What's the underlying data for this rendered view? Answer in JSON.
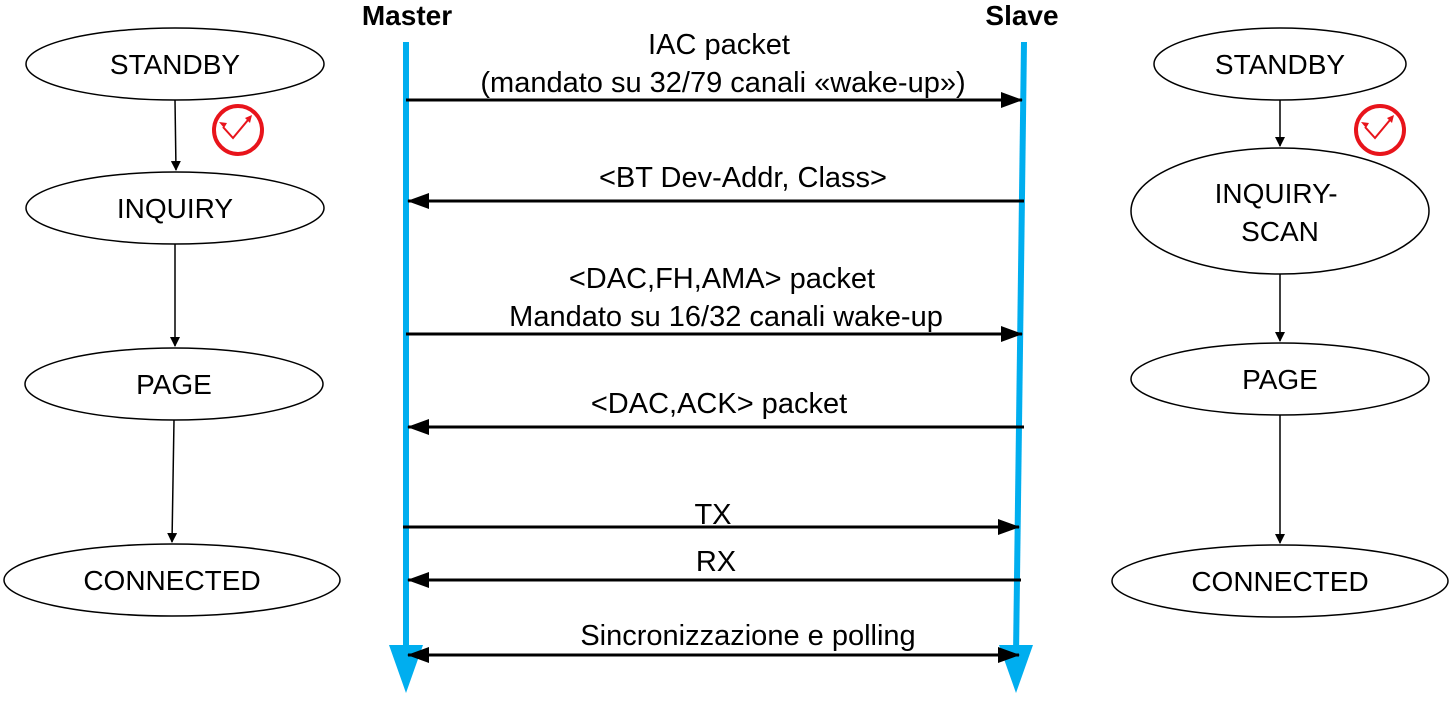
{
  "actors": {
    "master": "Master",
    "slave": "Slave"
  },
  "colors": {
    "lifeline": "#00AEEF",
    "timer": "#E8141B",
    "stroke": "#000000"
  },
  "icons": {
    "timer": "stopwatch-icon"
  },
  "master_states": [
    "STANDBY",
    "INQUIRY",
    "PAGE",
    "CONNECTED"
  ],
  "slave_states": [
    [
      "STANDBY"
    ],
    [
      "INQUIRY-",
      "SCAN"
    ],
    [
      "PAGE"
    ],
    [
      "CONNECTED"
    ]
  ],
  "messages": [
    {
      "lines": [
        "IAC packet",
        "(mandato su 32/79 canali «wake-up»)"
      ],
      "direction": "master-to-slave"
    },
    {
      "lines": [
        "<BT Dev-Addr, Class>"
      ],
      "direction": "slave-to-master"
    },
    {
      "lines": [
        "<DAC,FH,AMA>  packet",
        "Mandato su 16/32 canali wake-up"
      ],
      "direction": "master-to-slave"
    },
    {
      "lines": [
        "<DAC,ACK> packet"
      ],
      "direction": "slave-to-master"
    },
    {
      "lines": [
        "TX"
      ],
      "direction": "master-to-slave"
    },
    {
      "lines": [
        "RX"
      ],
      "direction": "slave-to-master"
    },
    {
      "lines": [
        "Sincronizzazione e polling"
      ],
      "direction": "bidirectional"
    }
  ]
}
